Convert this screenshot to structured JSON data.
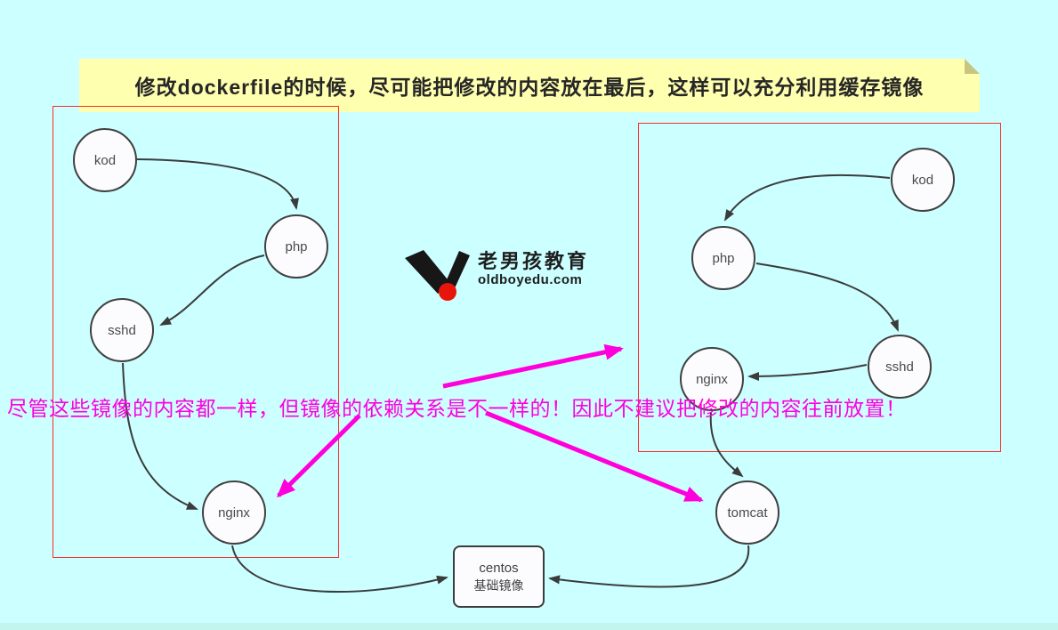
{
  "banner": {
    "text": "修改dockerfile的时候，尽可能把修改的内容放在最后，这样可以充分利用缓存镜像"
  },
  "logo": {
    "brand": "老男孩教育",
    "domain": "oldboyedu.com"
  },
  "warning": {
    "text": "尽管这些镜像的内容都一样，但镜像的依赖关系是不一样的！因此不建议把修改的内容往前放置！"
  },
  "diagram": {
    "left_nodes": {
      "kod": "kod",
      "php": "php",
      "sshd": "sshd",
      "nginx": "nginx"
    },
    "right_nodes": {
      "kod": "kod",
      "php": "php",
      "sshd": "sshd",
      "nginx": "nginx",
      "tomcat": "tomcat"
    },
    "base_image": {
      "line1": "centos",
      "line2": "基础镜像"
    },
    "left_edges": [
      "kod→php",
      "php→sshd",
      "sshd→nginx",
      "nginx→centos"
    ],
    "right_edges": [
      "kod→php",
      "php→sshd",
      "sshd→nginx",
      "nginx→tomcat",
      "tomcat→centos"
    ]
  },
  "colors": {
    "background": "#ccffff",
    "banner_bg": "#ffffb0",
    "banner_fold": "#c6c683",
    "frame_border": "#ff2a2a",
    "edge": "#3b3b3b",
    "highlight": "#ff00dd",
    "logo_dot": "#e8150c",
    "bottom_strip": "#c2f5ee"
  }
}
